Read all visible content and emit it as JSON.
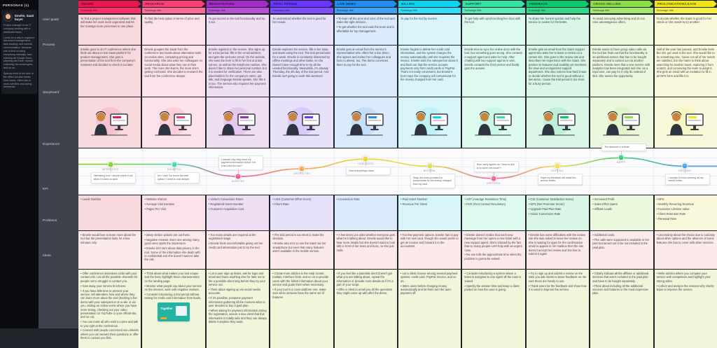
{
  "personas_panel": {
    "title": "PERSONAS (1)",
    "persona": {
      "name": "Emelie, SaaS buyer",
      "description": [
        "Project manager in an IT company working with a distributed team.",
        "Looks for a way to organize document management, task tracking, and internal communication. Because she is tired of doing everything manually: task tracking via Google Docs, planning via Excel, reports collecting via messengers, and so on.",
        "Spends most of her time in the office but also works from home. Often has to work overtime and during weekends."
      ]
    }
  },
  "row_labels": [
    "User goals",
    "Process",
    "Storyboard",
    "Experience",
    "KPI",
    "Problems",
    "Ideas"
  ],
  "problems_row_bg": "#fceaea",
  "ideas_row_bg": "#f1f5da",
  "stages": [
    {
      "name": "AWARE",
      "color": "#ed174f",
      "sub_color": "#ff2e68",
      "tint": "#f8dade",
      "substage": "Substage title",
      "user_goals": [
        "To find a project management software that will make her work more organized and let her manage more processes in one place."
      ],
      "process": "Emelie goes to an IT conference where she finds out about a new SaaS platform for product management. She gets a presentation of the tool from the company's marketer and decides to check it out later.",
      "kpi": [
        "Leads Number"
      ],
      "problems": [
        "Emelie would love to learn more about the tool but the presentation lasts for a few minutes only."
      ],
      "ideas": [
        "Offer conference attendees cards with your contact info. List all the possible channels for people not to struggle to contact you.",
        "Give away your service brochures.",
        "If you have little time to present your service, tell attendees how and where they can learn more about the tool (booking a live demo with your salesperson on a site or via you, visiting an online event where you have more timing, checking out your video presentation on YouTube or your official site, and so on).",
        "You can invite all who wish to come and talk to you right at the conference.",
        "Connect with people concerned via LinkedIn where you can answer their questions or offer them to contact you first."
      ]
    },
    {
      "name": "RESEARCH",
      "color": "#fb3e74",
      "sub_color": "#ff6b95",
      "tint": "#fbe3e9",
      "substage": "Substage title",
      "user_goals": [
        "To find the best option in terms of price and quality."
      ],
      "process": "Emelie googles the SaaS from the conference and reads about alternative tools on review sites, comparing pricing and functionality. She also asks her colleagues on social media about what they use in their work. The more she learns, the more she's getting confused. She decides to research the tool from the conference deeper.",
      "kpi": [
        "Website Visitors",
        "Average Visit Duration",
        "Pages Per Visit"
      ],
      "problems": [
        "Many similar options are out there.",
        "Negative reviews. Even one among many good ones spoils the impression.",
        "Emelie isn't sure about data privacy in the tool. Some of the information she deals with is confidential and she doesn't want to take the risk."
      ],
      "ideas": [
        "Think about what makes your tool unique and the best, highlight those characteristics on the landing page.",
        "Monitor what people say about your service on the Internet, work with negative reviews.",
        "Consider introducing a trial period without asking for credit card information from leads."
      ],
      "ideas_image": {
        "label": "Together"
      }
    },
    {
      "name": "REGISTRATION",
      "color": "#a42bc8",
      "sub_color": "#b94fd6",
      "tint": "#efdff5",
      "substage": "Substage title",
      "user_goals": [
        "To get access to the tool functionality and try it out."
      ],
      "process": "Emelie registers in the service. She signs up for a trial period, fills in her email address, and gets the welcome email. On the website, she sees the form to fill in her first and last names, as well as the telephone number. She doesn't like to share her personal number, but it is needed for verification. There are also placeholders for the company's name, job title, and language Emelie speaks. She fills it in too. The service also requires her payment information.",
      "kpi": [
        "Visitors Conversion Rates",
        "Registered Users Number",
        "Customer Acquisition Cost"
      ],
      "problems": [
        "Too many details are required at the registration stage.",
        "Emelie feels uncomfortable giving out her credit card information just to try the tool."
      ],
      "ideas": [
        "Let a user sign up faster, ask for login and email and leave anything else for later not to tire a possible client long before they try your service out.",
        "Think about signing up via social media accounts.",
        "If it's possible, postpone payment information gathering till the moment when a user decides to buy a paid plan.",
        "When asking for payment information during the registration, assure a new client that this information is totally safe and they can always delete it anytime they want."
      ]
    },
    {
      "name": "TRIAL PERIOD",
      "color": "#6a35ff",
      "sub_color": "#7d4dff",
      "tint": "#e7e1fa",
      "substage": "Substage title",
      "user_goals": [
        "To understand whether the tool is good for her needs."
      ],
      "process": "Emelie explores the service, fills in her data, and starts using the tool. The trial period lasts for a week. Emelie is constantly distracted by offline meetings and other tasks, so she doesn't have enough time to try all the needed functionality. Meanwhile, it's already Thursday, the 4th day of the trial period. And Emelie isn't going to work this weekend.",
      "kpi": [
        "CES (Customer Effort Score)",
        "Churn Rate"
      ],
      "problems": [
        "The trial period is too short to make the decision.",
        "Emelie also tries to use the SaaS via her smartphone but sees that many features aren't available in the mobile version."
      ],
      "ideas": [
        "Create more articles in the Help Center, tooltips, interface hints, and so on to provide users with the fullest information about your service and guide them when necessary.",
        "If your tool is a cross-platform one, make sure all its versions have the same set of features."
      ]
    },
    {
      "name": "LIVE DEMO",
      "color": "#1f8ef0",
      "sub_color": "#3fa2f7",
      "tint": "#dcebfb",
      "substage": "Substage title",
      "user_goals": [
        "To learn all the pros and cons of the tool and make the right decision.",
        "To get whether the tool suits the team and is affordable for top management."
      ],
      "process": "Emelie gets an email from the service's representative who offers her a live demo. She agrees and invites her colleagues and boss to attend, too. The demo convinces them to pay for the tool.",
      "kpi": [
        "Conversion Rate"
      ],
      "problems": [
        "A few times Lee asks whether everyone gets what he's talking about. Emelie would like to hear more details but she doesn't want to look silly in front of her team and boss, so she just nods."
      ],
      "ideas": [
        "If you feel like a potential client doesn't get what you are talking about, repeat the information or provide more details as if it's a part of your script.",
        "Offer a client to email you all the questions they might come up with after the demo."
      ]
    },
    {
      "name": "BILLING",
      "color": "#0cd3ef",
      "sub_color": "#2ee0f7",
      "tint": "#d8f5fa",
      "substage": "Substage title",
      "user_goals": [
        "To pay for the tool by invoice."
      ],
      "process": "Emelie forgets to delete her credit card information, and the system charges the money automatically until she requests the invoice. Emelie asks the salesperson about it and finds out that the service accepts payments only from credit cards or PayPal. That's not really convenient, but Emelie's boss says the company will compensate for the money charged from her card.",
      "kpi": [
        "Paid Users Number",
        "Revenue Per Client"
      ],
      "problems": [
        "Too few payment options. Emelie has to pay with her own card, though she would prefer to get an invoice and forward it to the accountant."
      ],
      "ideas": [
        "Let a client choose among several payment options: credit card, PayPal, invoice, and so on.",
        "Warn users before charging money automatically and let them turn the auto-payment off."
      ]
    },
    {
      "name": "SUPPORT",
      "color": "#34e3a4",
      "sub_color": "#56ecb6",
      "tint": "#def9ee",
      "substage": "Substage title",
      "user_goals": [
        "To get help with synchronizing her docs with the tool."
      ],
      "process": "Emelie tries to sync her online docs with the tool, but something goes wrong. She contacts a support agent and asks for help. After chatting with two support agents in vain, Emelie contacts the third person and finally gets the answer.",
      "kpi": [
        "ART (Average Resolution Time)",
        "FCR (First Contact Resolution)"
      ],
      "problems": [
        "Emelie doesn't realize that each new message from her opens a new ticket with a new support agent. She's irritated by the fact that so many people can't help with an urgent case.",
        "No one tells the approximate time when the problem is gonna be solved."
      ],
      "ideas": [
        "Consider introducing a system where a ticket is assigned to one agent till the case is solved.",
        "Specify the answer time and keep a client posted on how the case is going."
      ]
    },
    {
      "name": "FEEDBACK",
      "color": "#0cc96d",
      "sub_color": "#2eda85",
      "tint": "#d9f6e6",
      "substage": "Substage title",
      "user_goals": [
        "To share her honest opinion and help the service to evolve for the better."
      ],
      "process": "Emelie gets an email from the SaaS support agent who asks her to leave a review on a certain site. She goes to the review site and describes her experience with the SaaS. She praises its features and usability yet mentions the slow and unorganized support department. She also notices how hard it was to decide whether the tool is good without a live demo, 'cause the trial period is too short for a busy person.",
      "kpi": [
        "CSI (Customer Satisfaction Index)",
        "NPS (Net Promoter Score)",
        "Upgrade Paid Plan Rate",
        "Visitor Conversion Rate"
      ],
      "problems": [
        "Emelie has some difficulties with the review site she was asked to leave her review on. She is waiting for ages for the confirmation email to appear in her mailbox then the site doesn't accept her review and she has to submit it again."
      ],
      "ideas": [
        "Try to sign up and submit a review on the sites you ask clients to leave feedback on. Be sure those are handy to use.",
        "Thank users for the feedback and show how it is used to improve the service."
      ]
    },
    {
      "name": "CROSS-SELLING",
      "color": "#8ede4b",
      "sub_color": "#a5e86d",
      "tint": "#ebf8de",
      "substage": "Substage title",
      "user_goals": [
        "To avoid annoying advertising and do not miss advantageous offers."
      ],
      "process": "Emelie wants to have group video calls via the tool but finds out that the functionality is an additional service that has to be bought separately and is carried out via another platform. Emelie sees that a new service with analytics has been integrated and she, as a loyal user, can pay for it only $1 instead of $10. She seizes the opportunity.",
      "kpi": [
        "Increased Profit",
        "Sales Effort Spent",
        "Affiliate Leads"
      ],
      "problems": [
        "Additional costs.",
        "The calls were supposed to available in her plan but turned out to be not included in the paid plan."
      ],
      "ideas": [
        "Clearly indicate all the affiliate or additional services that aren't included in the paid plan and have to be bought separately.",
        "Think about including all the additional services and features in the most expensive plan."
      ]
    },
    {
      "name": "PROLONGATION/LEAVE",
      "color": "#f0e517",
      "sub_color": "#f7ee45",
      "tint": "#f9f8db",
      "substage": "Substage title",
      "user_goals": [
        "To decide whether the SaaS is good for her needs or she needs to try another."
      ],
      "process": "Half of the year has passed, and Emelie feels like she got used to the tool. She would like to try something else, 'cause not all of her needs are satisfied, but she hates to think about searching for another SaaS, exploring it from scratch, and convincing the team to adopt it. She gets an email with an invitation to fill in an NPS form and fills it in.",
      "kpi": [
        "NPS",
        "Monthly Recurring Revenue",
        "Customer Lifetime Value",
        "Client Retention Rate",
        "Renewal Rate"
      ],
      "problems": [
        "Uncertainty about the choice due to curiosity about other options and the absence of some features she has to cover with other services."
      ],
      "ideas": [
        "Write articles where you compare your service with competitors and highlight your strong sides.",
        "Collect and analyze the reasons why clients leave to improve the service."
      ]
    }
  ],
  "experience": {
    "points": [
      {
        "stage": "AWARE",
        "emotion": "Interested",
        "color": "#8bd125",
        "level": 0.36,
        "note": "Interesting tool! I should check it out when I'm back to work.",
        "note_pos": "below"
      },
      {
        "stage": "RESEARCH",
        "emotion": "Doubtful",
        "color": "#3fd9b0",
        "level": 0.36,
        "note": "Am I sure I've found the best option? I need to look deeper.",
        "note_pos": "below"
      },
      {
        "stage": "REGISTRATION",
        "emotion": "Annoyed",
        "color": "#f0559d",
        "level": 0.74,
        "note": "I wonder why they need my payment information before I've even tried the tool?",
        "note_pos": "above"
      },
      {
        "stage": "TRIAL PERIOD",
        "emotion": "Distracted",
        "color": "#f5a84b",
        "level": 0.5,
        "note": "",
        "note_pos": ""
      },
      {
        "stage": "LIVE DEMO",
        "emotion": "Convinced",
        "color": "#f3cf3a",
        "level": 0.2,
        "note": "Now everything's clear!",
        "note_pos": "below"
      },
      {
        "stage": "BILLING",
        "emotion": "Neutral",
        "color": "#d9e04a",
        "level": 0.42,
        "note": "Okay, the boss promised to compensate for the money charged from my card.",
        "note_pos": "below"
      },
      {
        "stage": "SUPPORT",
        "emotion": "Irritated",
        "color": "#f06292",
        "level": 0.8,
        "note": "How many agents do I have to talk to to solve one issue?!",
        "note_pos": "above"
      },
      {
        "stage": "FEEDBACK",
        "emotion": "Hopeful",
        "color": "#f3e04a",
        "level": 0.42,
        "note": "Hope my feedback will make the service better.",
        "note_pos": "below"
      },
      {
        "stage": "CROSS-SELLING",
        "emotion": "Happy",
        "color": "#35d073",
        "level": 0.16,
        "note": "The discount is a treat!",
        "note_pos": "above"
      },
      {
        "stage": "PROLONGATION/LEAVE",
        "emotion": "Hesitant",
        "color": "#4aa3e8",
        "level": 0.42,
        "note": "I wonder if a tool covering all my needs exists...",
        "note_pos": "below"
      }
    ]
  }
}
